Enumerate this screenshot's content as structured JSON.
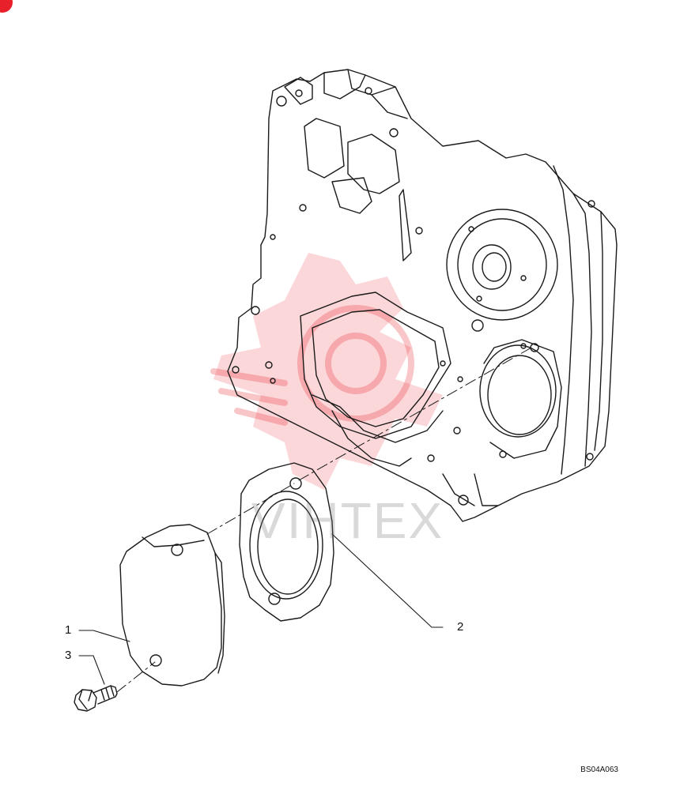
{
  "parts": [
    {
      "number": "1",
      "label": "1"
    },
    {
      "number": "2",
      "label": "2"
    },
    {
      "number": "3",
      "label": "3"
    }
  ],
  "drawing_code": "BS04A063",
  "watermark": {
    "text": "VIHTEX",
    "color": "#e8202a"
  },
  "colors": {
    "line": "#1a1a1a",
    "watermark": "#e8202a",
    "background": "#ffffff"
  }
}
